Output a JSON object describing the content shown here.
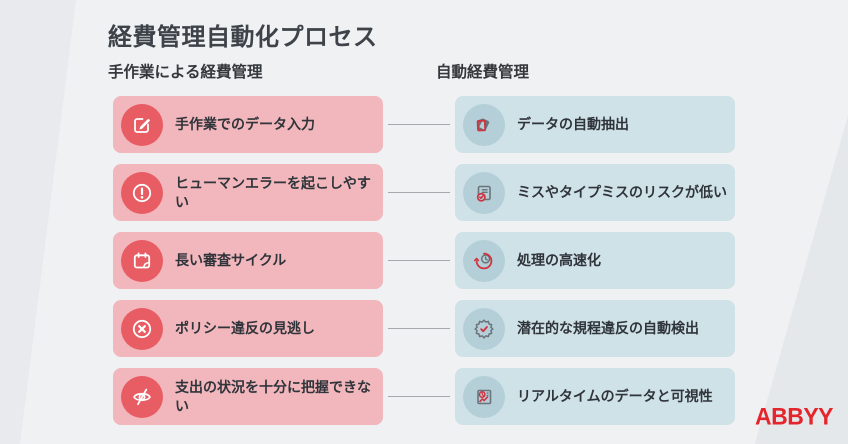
{
  "page": {
    "title": "経費管理自動化プロセス"
  },
  "columns": {
    "left_header": "手作業による経費管理",
    "right_header": "自動経費管理"
  },
  "rows": [
    {
      "left": {
        "label": "手作業でのデータ入力",
        "icon": "edit-icon"
      },
      "right": {
        "label": "データの自動抽出",
        "icon": "document-stack-icon"
      }
    },
    {
      "left": {
        "label": "ヒューマンエラーを起こしやすい",
        "icon": "alert-icon"
      },
      "right": {
        "label": "ミスやタイプミスのリスクが低い",
        "icon": "document-check-icon"
      }
    },
    {
      "left": {
        "label": "長い審査サイクル",
        "icon": "calendar-icon"
      },
      "right": {
        "label": "処理の高速化",
        "icon": "clock-speed-icon"
      }
    },
    {
      "left": {
        "label": "ポリシー違反の見逃し",
        "icon": "x-circle-icon"
      },
      "right": {
        "label": "潜在的な規程違反の自動検出",
        "icon": "badge-check-icon"
      }
    },
    {
      "left": {
        "label": "支出の状況を十分に把握できない",
        "icon": "eye-off-icon"
      },
      "right": {
        "label": "リアルタイムのデータと可視性",
        "icon": "report-chart-icon"
      }
    }
  ],
  "branding": {
    "logo_text": "ABBYY"
  },
  "colors": {
    "background": "#eff1f3",
    "left_box": "#f1b7bc",
    "left_icon_circle": "#e85d63",
    "right_box": "#cfe2e8",
    "right_icon_circle": "#b4cfd8",
    "icon_red_accent": "#cf3440",
    "icon_gray": "#6b747b",
    "text": "#2f343a",
    "logo_red": "#e4262c"
  }
}
